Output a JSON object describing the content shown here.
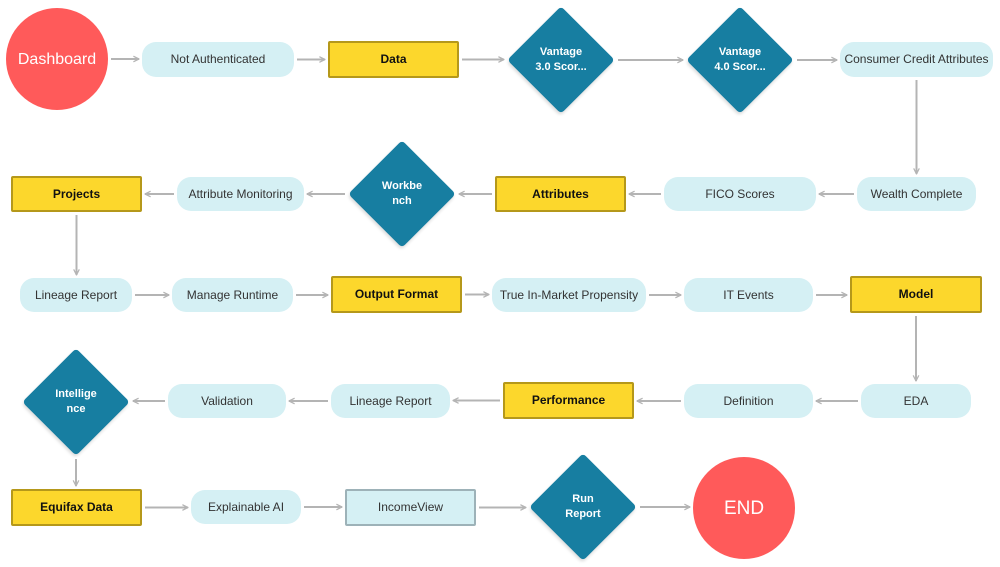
{
  "nodes": {
    "dashboard": {
      "label": "Dashboard",
      "shape": "circle"
    },
    "not_auth": {
      "label": "Not Authenticated",
      "shape": "pill"
    },
    "data": {
      "label": "Data",
      "shape": "rect"
    },
    "vantage3": {
      "label": "Vantage\n3.0 Scor...",
      "shape": "diamond"
    },
    "vantage4": {
      "label": "Vantage\n4.0 Scor...",
      "shape": "diamond"
    },
    "consumer": {
      "label": "Consumer Credit Attributes",
      "shape": "pill"
    },
    "wealth": {
      "label": "Wealth Complete",
      "shape": "pill"
    },
    "fico": {
      "label": "FICO Scores",
      "shape": "pill"
    },
    "attributes": {
      "label": "Attributes",
      "shape": "rect"
    },
    "workbench": {
      "label": "Workbe\nnch",
      "shape": "diamond"
    },
    "attr_mon": {
      "label": "Attribute Monitoring",
      "shape": "pill"
    },
    "projects": {
      "label": "Projects",
      "shape": "rect"
    },
    "lineage1": {
      "label": "Lineage Report",
      "shape": "pill"
    },
    "runtime": {
      "label": "Manage Runtime",
      "shape": "pill"
    },
    "output": {
      "label": "Output Format",
      "shape": "rect"
    },
    "propensity": {
      "label": "True In-Market Propensity",
      "shape": "pill"
    },
    "it_events": {
      "label": "IT Events",
      "shape": "pill"
    },
    "model": {
      "label": "Model",
      "shape": "rect"
    },
    "eda": {
      "label": "EDA",
      "shape": "pill"
    },
    "definition": {
      "label": "Definition",
      "shape": "pill"
    },
    "performance": {
      "label": "Performance",
      "shape": "rect"
    },
    "lineage2": {
      "label": "Lineage Report",
      "shape": "pill"
    },
    "validation": {
      "label": "Validation",
      "shape": "pill"
    },
    "intelligence": {
      "label": "Intellige\nnce",
      "shape": "diamond"
    },
    "equifax": {
      "label": "Equifax Data",
      "shape": "rect"
    },
    "explainable": {
      "label": "Explainable AI",
      "shape": "pill"
    },
    "incomeview": {
      "label": "IncomeView",
      "shape": "rect-light"
    },
    "run_report": {
      "label": "Run\nReport",
      "shape": "diamond"
    },
    "end": {
      "label": "END",
      "shape": "circle"
    }
  },
  "edges": [
    [
      "dashboard",
      "not_auth"
    ],
    [
      "not_auth",
      "data"
    ],
    [
      "data",
      "vantage3"
    ],
    [
      "vantage3",
      "vantage4"
    ],
    [
      "vantage4",
      "consumer"
    ],
    [
      "consumer",
      "wealth"
    ],
    [
      "wealth",
      "fico"
    ],
    [
      "fico",
      "attributes"
    ],
    [
      "attributes",
      "workbench"
    ],
    [
      "workbench",
      "attr_mon"
    ],
    [
      "attr_mon",
      "projects"
    ],
    [
      "projects",
      "lineage1"
    ],
    [
      "lineage1",
      "runtime"
    ],
    [
      "runtime",
      "output"
    ],
    [
      "output",
      "propensity"
    ],
    [
      "propensity",
      "it_events"
    ],
    [
      "it_events",
      "model"
    ],
    [
      "model",
      "eda"
    ],
    [
      "eda",
      "definition"
    ],
    [
      "definition",
      "performance"
    ],
    [
      "performance",
      "lineage2"
    ],
    [
      "lineage2",
      "validation"
    ],
    [
      "validation",
      "intelligence"
    ],
    [
      "intelligence",
      "equifax"
    ],
    [
      "equifax",
      "explainable"
    ],
    [
      "explainable",
      "incomeview"
    ],
    [
      "incomeview",
      "run_report"
    ],
    [
      "run_report",
      "end"
    ]
  ],
  "colors": {
    "accent_yellow": "#fcd72c",
    "pill_bg": "#d5f0f4",
    "diamond_blue": "#177ea1",
    "circle_red": "#ff5a5a",
    "arrow_gray": "#b4b4b4"
  }
}
